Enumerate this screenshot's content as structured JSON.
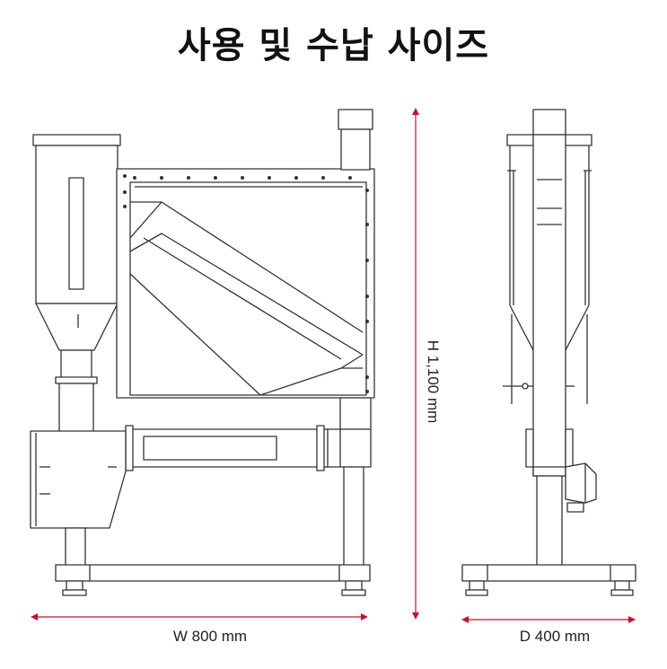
{
  "title": "사용 및 수납 사이즈",
  "dimensions": {
    "width": "W 800 mm",
    "height": "H 1,100 mm",
    "depth": "D 400 mm"
  },
  "colors": {
    "line": "#333333",
    "dimension_arrow": "#c8102e",
    "background": "#ffffff"
  }
}
